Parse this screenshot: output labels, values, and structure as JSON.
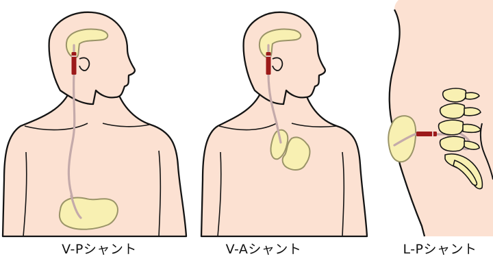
{
  "panels": [
    {
      "id": "vp",
      "label": "V-Pシャント"
    },
    {
      "id": "va",
      "label": "V-Aシャント"
    },
    {
      "id": "lp",
      "label": "L-Pシャント"
    }
  ],
  "colors": {
    "skin": "#fce1d2",
    "outline": "#141414",
    "organ": "#f8f0b2",
    "organ_outline": "#9a9468",
    "catheter": "#c4aaaa",
    "valve": "#9c1a1a"
  }
}
